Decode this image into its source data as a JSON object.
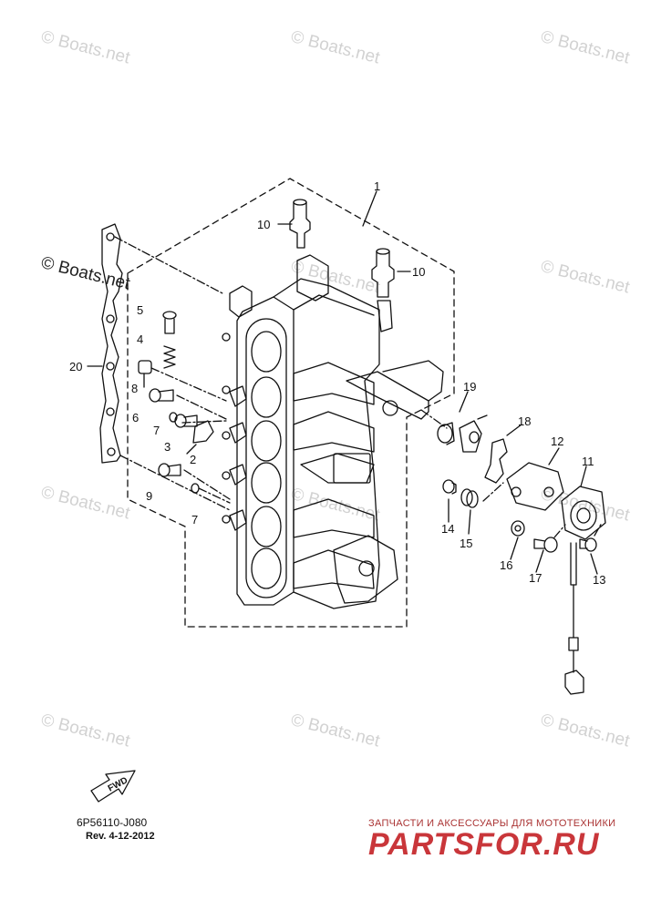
{
  "watermarks": [
    "© Boats.net",
    "© Boats.net",
    "© Boats.net",
    "© Boats.net",
    "© Boats.net",
    "© Boats.net",
    "© Boats.net",
    "© Boats.net",
    "© Boats.net",
    "© Boats.net",
    "© Boats.net"
  ],
  "watermark_dark": "© Boats.net",
  "callouts": {
    "c1": "1",
    "c10a": "10",
    "c10b": "10",
    "c5": "5",
    "c4": "4",
    "c20": "20",
    "c8": "8",
    "c6": "6",
    "c7a": "7",
    "c3": "3",
    "c2": "2",
    "c9": "9",
    "c7b": "7",
    "c19": "19",
    "c18": "18",
    "c12": "12",
    "c11": "11",
    "c14": "14",
    "c15": "15",
    "c16": "16",
    "c17": "17",
    "c13": "13"
  },
  "footer": {
    "part_code": "6P56110-J080",
    "revision": "Rev.  4-12-2012",
    "fwd_label": "FWD"
  },
  "brand": {
    "tagline": "ЗАПЧАСТИ И АКСЕССУАРЫ ДЛЯ МОТОТЕХНИКИ",
    "logo": "PARTSFOR.RU"
  },
  "colors": {
    "line": "#111111",
    "watermark": "#d2d2d2",
    "brand": "#c9363a"
  }
}
